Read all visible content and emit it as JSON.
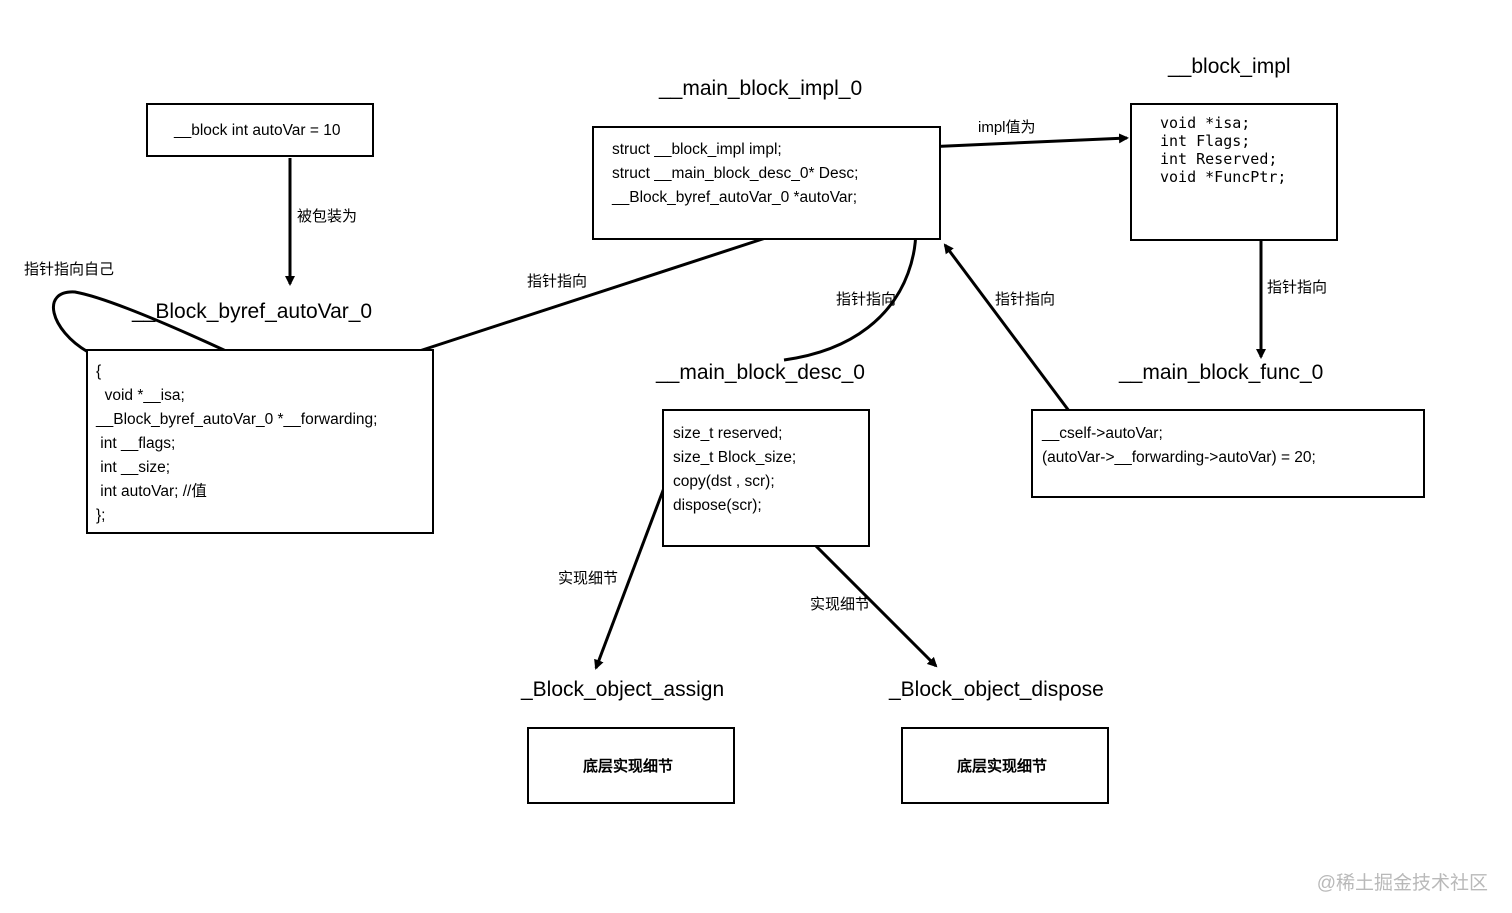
{
  "block_var": {
    "text": "__block int autoVar = 10"
  },
  "wrapped_label": "被包装为",
  "self_pointer_label": "指针指向自己",
  "byref": {
    "title": "__Block_byref_autoVar_0",
    "lines": [
      "{",
      "  void *__isa;",
      "__Block_byref_autoVar_0 *__forwarding;",
      " int __flags;",
      " int __size;",
      " int autoVar; //值",
      "};"
    ]
  },
  "main_impl": {
    "title": "__main_block_impl_0",
    "lines": [
      "struct __block_impl impl;",
      "struct __main_block_desc_0* Desc;",
      "__Block_byref_autoVar_0 *autoVar;"
    ]
  },
  "block_impl": {
    "title": "__block_impl",
    "lines": [
      "void *isa;",
      "int Flags;",
      "int Reserved;",
      "void *FuncPtr;"
    ]
  },
  "desc": {
    "title": "__main_block_desc_0",
    "lines": [
      "size_t reserved;",
      "size_t Block_size;",
      "copy(dst , scr);",
      "dispose(scr);"
    ]
  },
  "func": {
    "title": "__main_block_func_0",
    "lines": [
      "__cself->autoVar;",
      "(autoVar->__forwarding->autoVar) = 20;"
    ]
  },
  "labels": {
    "impl_value": "impl值为",
    "ptr_to_byref": "指针指向",
    "ptr_to_desc": "指针指向",
    "ptr_from_func": "指针指向",
    "ptr_to_func": "指针指向",
    "impl_detail_copy": "实现细节",
    "impl_detail_dispose": "实现细节"
  },
  "assign": {
    "title": "_Block_object_assign",
    "box_text": "底层实现细节"
  },
  "dispose": {
    "title": "_Block_object_dispose",
    "box_text": "底层实现细节"
  },
  "watermark": "@稀土掘金技术社区"
}
